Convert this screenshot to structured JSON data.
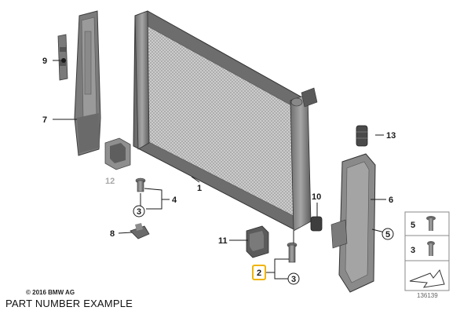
{
  "callouts": {
    "c1": "1",
    "c2": "2",
    "c3a": "3",
    "c3b": "3",
    "c4": "4",
    "c5": "5",
    "c6": "6",
    "c7": "7",
    "c8": "8",
    "c9": "9",
    "c10": "10",
    "c11": "11",
    "c12": "12",
    "c13": "13"
  },
  "legend": {
    "item_a": "5",
    "item_b": "3"
  },
  "footer": {
    "copyright": "© 2016 BMW AG",
    "caption": "PART NUMBER EXAMPLE",
    "diagram_number": "136139"
  },
  "colors": {
    "highlight": "#f0b400",
    "part_grey": "#8a8a8a"
  }
}
